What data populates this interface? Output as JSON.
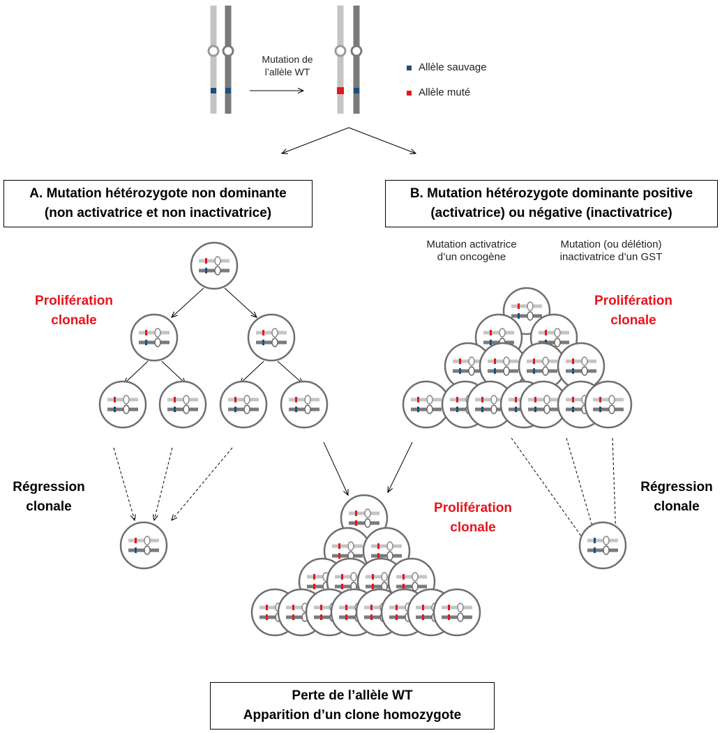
{
  "top": {
    "arrow_label_line1": "Mutation de",
    "arrow_label_line2": "l’allèle WT"
  },
  "legend": {
    "wild_label": "Allèle sauvage",
    "mutant_label": "Allèle muté",
    "wild_color": "#1f4e79",
    "mutant_color": "#e8141b"
  },
  "box_a": {
    "line1": "A. Mutation  hétérozygote non dominante",
    "line2": "(non activatrice et non  inactivatrice)"
  },
  "box_b": {
    "line1": "B. Mutation  hétérozygote dominante positive",
    "line2": "(activatrice) ou négative (inactivatrice)"
  },
  "sub_b": {
    "left_line1": "Mutation activatrice",
    "left_line2": "d’un oncogène",
    "right_line1": "Mutation (ou délétion)",
    "right_line2": "inactivatrice d’un GST"
  },
  "proliferation": {
    "line1": "Prolifération",
    "line2": "clonale"
  },
  "regression": {
    "line1": "Régression",
    "line2": "clonale"
  },
  "box_bottom": {
    "line1": "Perte de l’allèle WT",
    "line2": "Apparition d’un clone homozygote"
  },
  "colors": {
    "chrom_light": "#c4c4c4",
    "chrom_dark": "#7a7a7a",
    "cell_border": "#6e6e6e",
    "red": "#e8141b",
    "blue": "#1f4e79"
  }
}
